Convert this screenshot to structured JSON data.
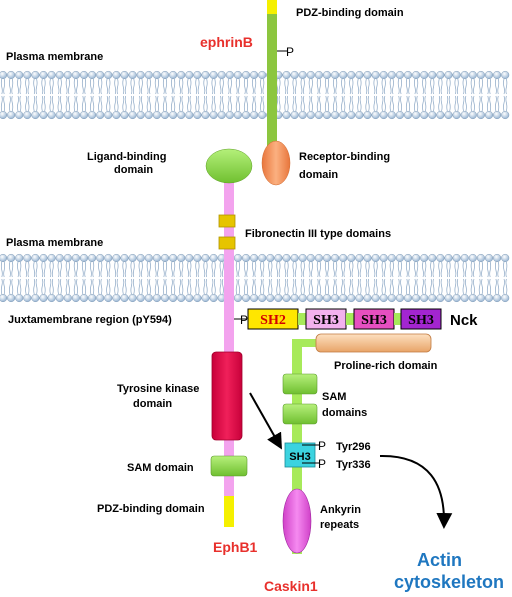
{
  "labels": {
    "pdz_top": "PDZ-binding domain",
    "ephrinb": "ephrinB",
    "plasma_membrane_1": "Plasma membrane",
    "ligand_binding_l1": "Ligand-binding",
    "ligand_binding_l2": "domain",
    "receptor_binding_l1": "Receptor-binding",
    "receptor_binding_l2": "domain",
    "fibronectin": "Fibronectin III type domains",
    "plasma_membrane_2": "Plasma membrane",
    "juxtamembrane": "Juxtamembrane region (pY594)",
    "phospho": "P",
    "nck": "Nck",
    "proline_rich": "Proline-rich domain",
    "tyrosine_kinase_l1": "Tyrosine kinase",
    "tyrosine_kinase_l2": "domain",
    "sam_domains_l1": "SAM",
    "sam_domains_l2": "domains",
    "sh3_caskin": "SH3",
    "tyr296": "Tyr296",
    "tyr336": "Tyr336",
    "sam_domain": "SAM domain",
    "pdz_bottom": "PDZ-binding domain",
    "ankyrin_l1": "Ankyrin",
    "ankyrin_l2": "repeats",
    "ephb1": "EphB1",
    "caskin1": "Caskin1",
    "actin_l1": "Actin",
    "actin_l2": "cytoskeleton"
  },
  "nck_domains": [
    "SH2",
    "SH3",
    "SH3",
    "SH3"
  ],
  "colors": {
    "ephb1": "#f3a3ee",
    "ephrinb": "#8cc63f",
    "caskin1": "#a7ea5a",
    "pdz": "#f5f000",
    "ligand_binding": "#8fe14a",
    "receptor_binding": "#f5905a",
    "fibronectin": "#e0c200",
    "kinase": "#e0104a",
    "sam": "#8fd25a",
    "proline_rich": "#f6c595",
    "sh3_caskin": "#3cd3e0",
    "ankyrin": "#e85de0",
    "sh2": "#ffe600",
    "sh3_1": "#f3b1ee",
    "sh3_2": "#e64fc0",
    "sh3_3": "#a325d0",
    "membrane_head": "#bcd5ee",
    "red_text": "#e8302c",
    "blue_text": "#1f77c0"
  }
}
